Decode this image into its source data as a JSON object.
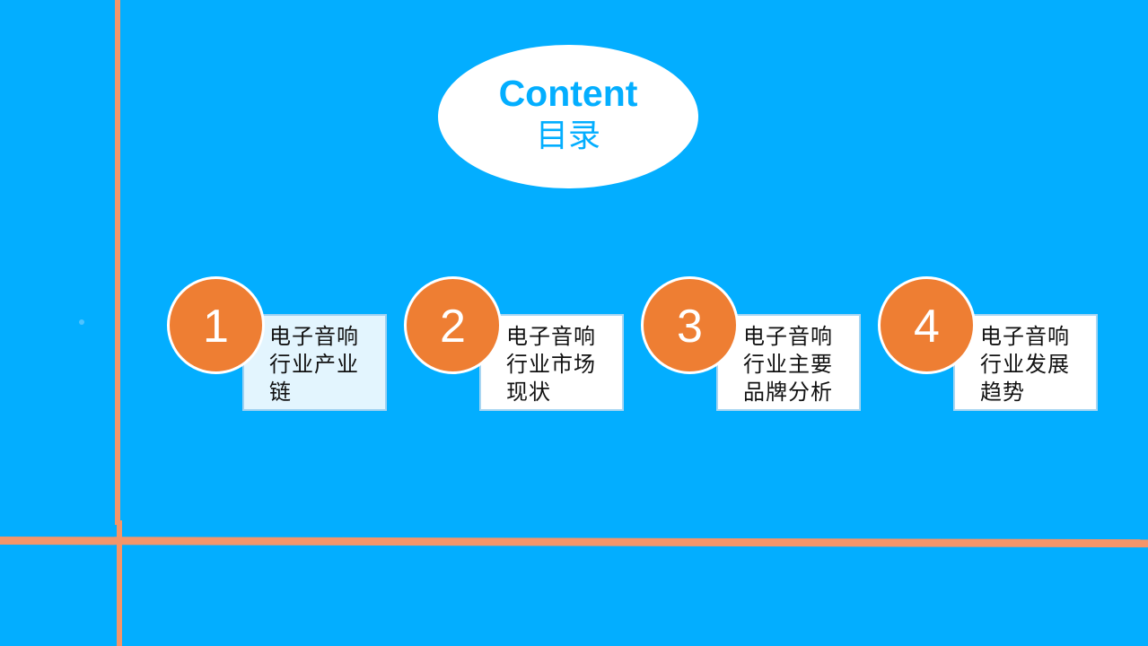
{
  "slide": {
    "background_color": "#03aeff",
    "accent_line_color": "#f4956a",
    "title": {
      "en": "Content",
      "cn": "目录",
      "color": "#03aeff"
    },
    "items": [
      {
        "number": "1",
        "label": "电子音响行业产业链",
        "circle_color": "#ee7e33",
        "highlighted": true
      },
      {
        "number": "2",
        "label": "电子音响行业市场现状",
        "circle_color": "#ee7e33",
        "highlighted": false
      },
      {
        "number": "3",
        "label": "电子音响行业主要品牌分析",
        "circle_color": "#ee7e33",
        "highlighted": false
      },
      {
        "number": "4",
        "label": "电子音响行业发展趋势",
        "circle_color": "#ee7e33",
        "highlighted": false
      }
    ]
  }
}
